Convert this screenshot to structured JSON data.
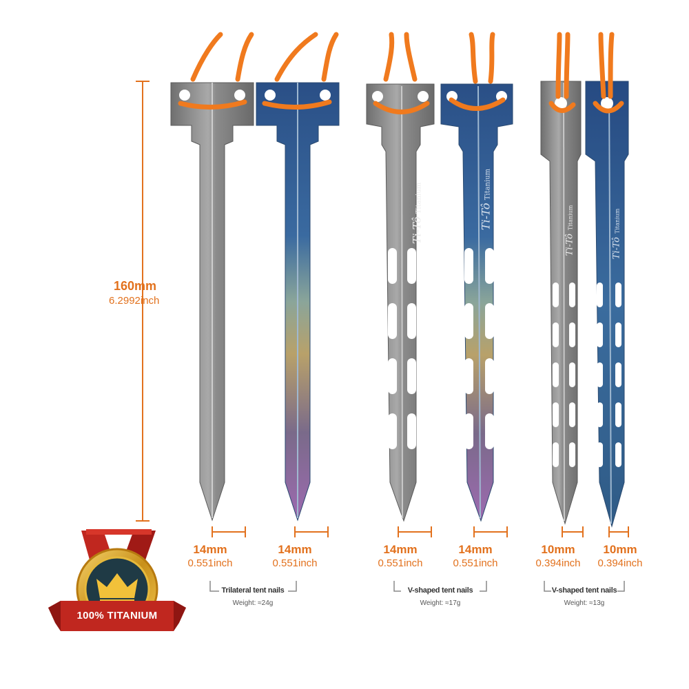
{
  "height_measure": {
    "mm": "160mm",
    "inch": "6.2992inch"
  },
  "stakes": [
    {
      "id": "tri-gray",
      "mm": "14mm",
      "inch": "0.551inch"
    },
    {
      "id": "tri-blue",
      "mm": "14mm",
      "inch": "0.551inch"
    },
    {
      "id": "v17-gray",
      "mm": "14mm",
      "inch": "0.551inch"
    },
    {
      "id": "v17-blue",
      "mm": "14mm",
      "inch": "0.551inch"
    },
    {
      "id": "v13-gray",
      "mm": "10mm",
      "inch": "0.394inch"
    },
    {
      "id": "v13-blue",
      "mm": "10mm",
      "inch": "0.394inch"
    }
  ],
  "groups": [
    {
      "name": "Trilateral tent nails",
      "weight": "Weight: ≈24g"
    },
    {
      "name": "V-shaped tent nails",
      "weight": "Weight: ≈17g"
    },
    {
      "name": "V-shaped tent nails",
      "weight": "Weight: ≈13g"
    }
  ],
  "engraving": {
    "brand": "Ti-Tô",
    "word": "Titanium"
  },
  "badge": {
    "text": "100% TITANIUM"
  },
  "colors": {
    "accent": "#e2711d",
    "cord": "#f07a1e",
    "gray_metal": "#8e8e8e",
    "blue_metal": "#2e5d94",
    "badge_red": "#b3201e",
    "badge_gold": "#d9a520"
  }
}
